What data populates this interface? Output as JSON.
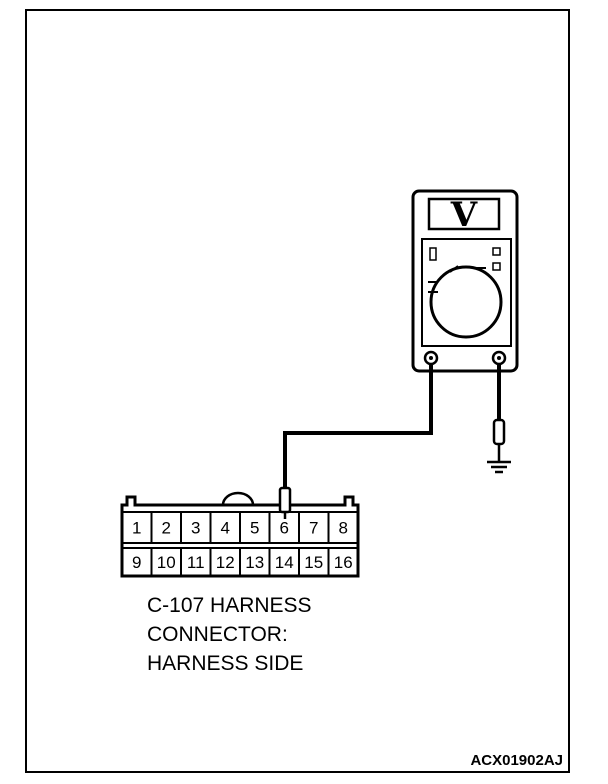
{
  "meter": {
    "display": "V",
    "icon": "voltmeter-icon"
  },
  "connector": {
    "pins_top": [
      "1",
      "2",
      "3",
      "4",
      "5",
      "6",
      "7",
      "8"
    ],
    "pins_bottom": [
      "9",
      "10",
      "11",
      "12",
      "13",
      "14",
      "15",
      "16"
    ],
    "probed_pin": "6"
  },
  "caption": {
    "line1": "C-107 HARNESS",
    "line2": "CONNECTOR:",
    "line3": "HARNESS SIDE"
  },
  "figure_code": "ACX01902AJ",
  "ground": {
    "icon": "ground-icon"
  }
}
